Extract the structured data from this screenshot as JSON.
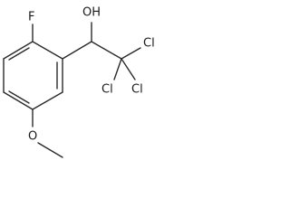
{
  "molecule": {
    "atoms": {
      "fluorine": "F",
      "hydroxyl": "OH",
      "chlorine_top": "Cl",
      "chlorine_left": "Cl",
      "chlorine_right": "Cl",
      "methoxy_oxygen": "O"
    },
    "colors": {
      "bond": "#2a2a2a",
      "label": "#1a1a1a",
      "background": "#ffffff"
    }
  }
}
